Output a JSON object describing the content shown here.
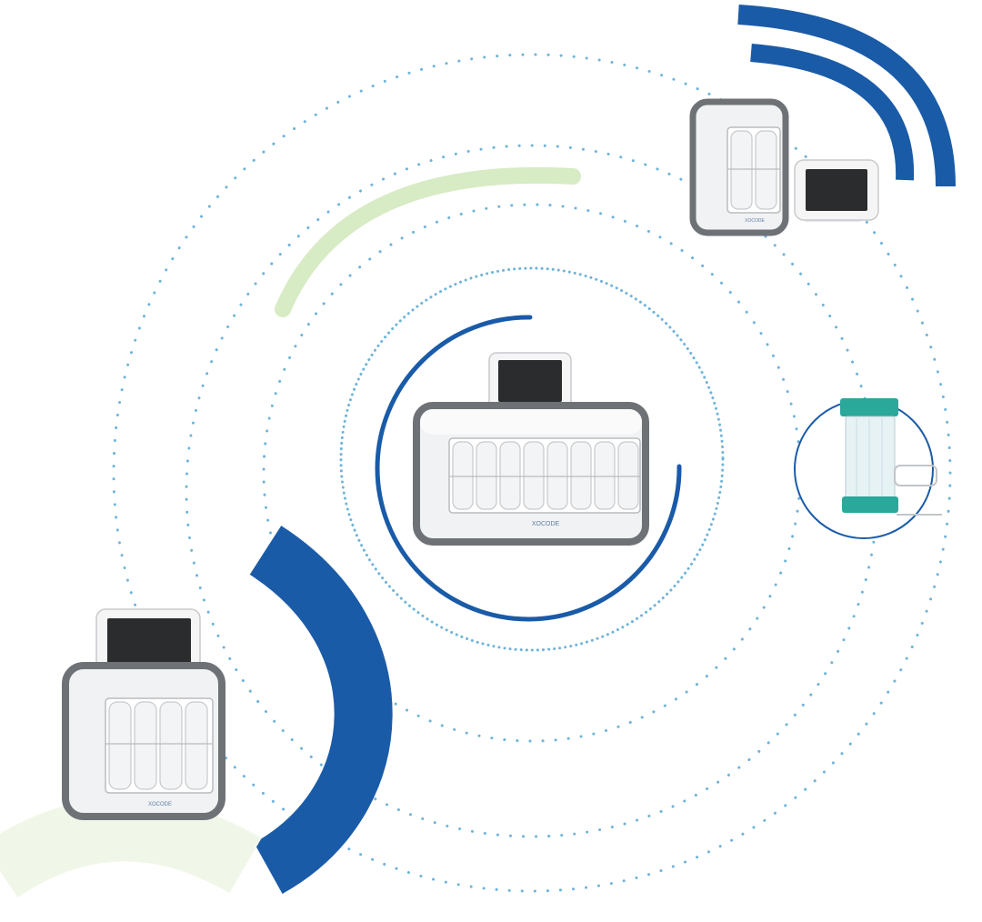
{
  "colors": {
    "background": "#ffffff",
    "dotted_ring": "#6fb3d9",
    "accent_blue": "#1a5ba8",
    "accent_green": "#d7ebc4",
    "accent_pale_green": "#f1f7e8",
    "device_body": "#f1f2f3",
    "device_frame": "#6e7277",
    "screen": "#2b2c2e",
    "cartridge_teal": "#2aa89a"
  },
  "brand": {
    "logo_text": "XOCODE"
  },
  "devices": [
    {
      "name": "eight-slot-analyzer",
      "slots": 8
    },
    {
      "name": "four-slot-analyzer",
      "slots": 4
    },
    {
      "name": "two-slot-analyzer",
      "slots": 2
    },
    {
      "name": "reagent-cartridge"
    }
  ],
  "icons": [
    "wifi-signal-icon"
  ]
}
